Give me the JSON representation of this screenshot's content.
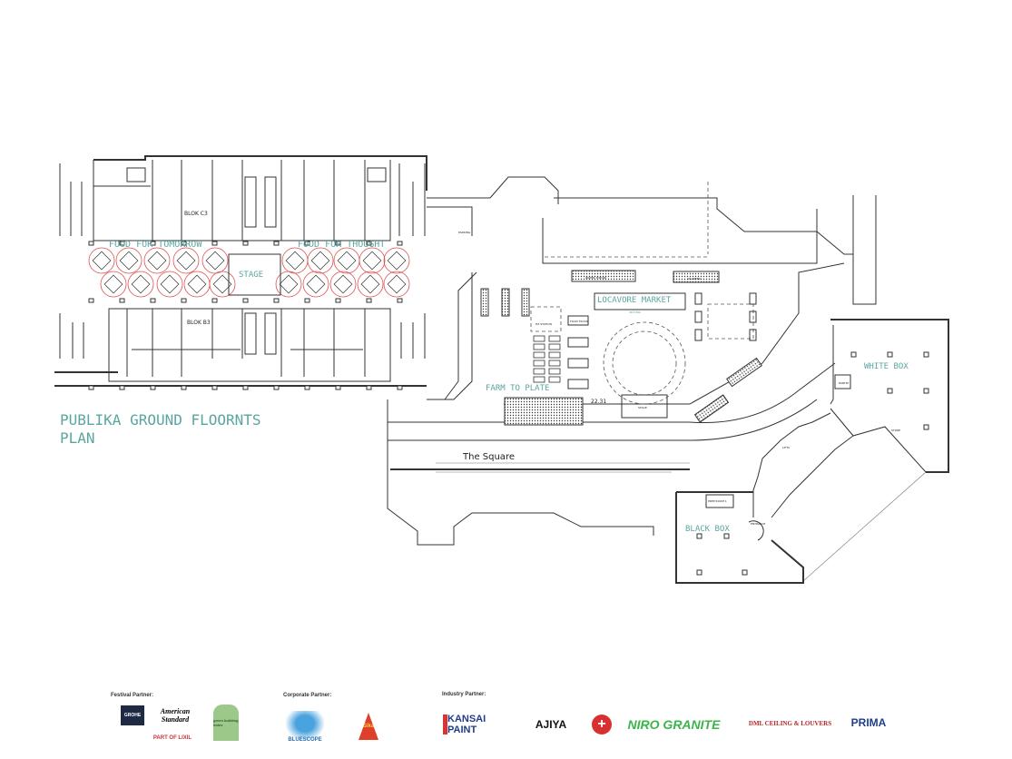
{
  "plan": {
    "title_line1": "PUBLIKA GROUND FLOORNTS",
    "title_line2": "PLAN",
    "zones": {
      "food_for_tomorrow": "FOOD FOR TOMORROW",
      "food_for_thought": "FOOD FOR THOUGHT",
      "stage": "STAGE",
      "blok_c3": "BLOK C3",
      "blok_b3": "BLOK B3",
      "locavore_market": "LOCAVORE MARKET",
      "farm_to_plate": "FARM TO PLATE",
      "the_square": "The Square",
      "white_box": "WHITE BOX",
      "black_box": "BLACK BOX",
      "dimension_1": "22.31",
      "food_truck": "FOOD TRUCK",
      "stage_small": "STAGE",
      "lifts": "LIFTS",
      "entrance": "ENTRANCE",
      "seating": "SEATING",
      "pantry": "PANTRY",
      "store": "STORE",
      "prep_room": "PREP ROOM 1",
      "water_theory": "WATER THEORY",
      "planter": "PLANTER",
      "hz_station": "HZ STATION",
      "parking": "PARKING"
    }
  },
  "partners": {
    "festival_label": "Festival Partner:",
    "corporate_label": "Corporate Partner:",
    "industry_label": "Industry Partner:",
    "festival": [
      "GROHE",
      "American Standard",
      "PART OF LIXIL",
      "green building index"
    ],
    "corporate": [
      "BLUESCOPE",
      "Sika"
    ],
    "industry": [
      "KANSAI PAINT",
      "AJIYA",
      "NIRO GRANITE",
      "DML CEILING & LOUVERS",
      "PRIMA"
    ]
  },
  "colors": {
    "annotation": "#5aa5a0",
    "tables": "#e05050"
  }
}
